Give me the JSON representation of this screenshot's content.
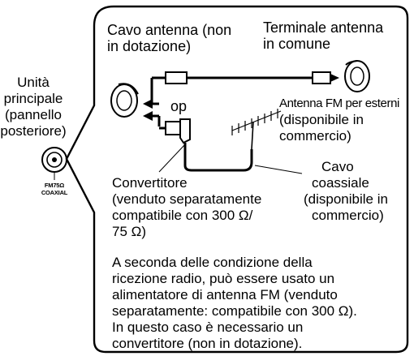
{
  "unit_label": [
    "Unità",
    "principale",
    "(pannello",
    "posteriore)"
  ],
  "jack_label": [
    "FM75Ω",
    "COAXIAL"
  ],
  "cable_label": [
    "Cavo antenna (non",
    "in dotazione)"
  ],
  "terminal_label": [
    "Terminale antenna",
    "in comune"
  ],
  "or_label": "op",
  "outdoor_antenna_label": [
    "Antenna FM per esterni",
    "(disponibile in",
    "commercio)"
  ],
  "coax_label": [
    "Cavo",
    "coassiale",
    "(disponibile in",
    "commercio)"
  ],
  "converter_label": [
    "Convertitore",
    "(venduto separatamente",
    "compatibile con 300 Ω/",
    "75 Ω)"
  ],
  "note": [
    "A seconda delle condizione della",
    "ricezione radio, può essere usato un",
    "alimentatore di antenna FM (venduto",
    "separatamente: compatibile con 300 Ω).",
    "In questo caso è necessario un",
    "convertitore (non in dotazione)."
  ]
}
